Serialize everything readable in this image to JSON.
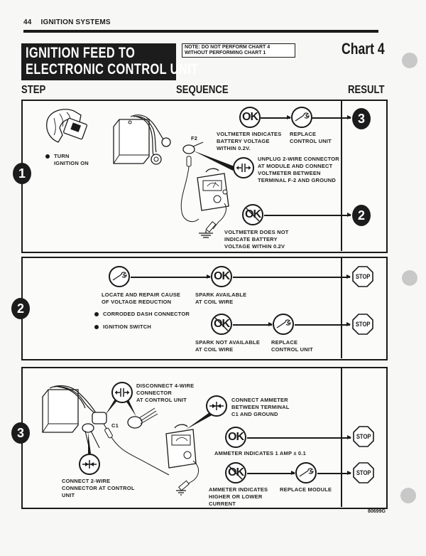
{
  "header": {
    "page_number": "44",
    "section": "IGNITION SYSTEMS"
  },
  "title": {
    "line1": "IGNITION FEED TO",
    "line2": "ELECTRONIC CONTROL UNIT"
  },
  "note": {
    "line1": "NOTE:  DO NOT PERFORM CHART 4",
    "line2": "WITHOUT PERFORMING CHART 1"
  },
  "chart_label": "Chart 4",
  "columns": {
    "step": "STEP",
    "sequence": "SEQUENCE",
    "result": "RESULT"
  },
  "icons": {
    "ok": "OK",
    "not_ok": "OK",
    "stop": "STOP"
  },
  "steps": [
    {
      "number": "1",
      "instruction": [
        "TURN",
        "IGNITION ON"
      ],
      "terminal_label": "F2",
      "connect_note": [
        "UNPLUG 2-WIRE CONNECTOR",
        "AT MODULE AND CONNECT",
        "VOLTMETER BETWEEN",
        "TERMINAL F-2 AND GROUND"
      ],
      "ok_branch": {
        "condition": [
          "VOLTMETER INDICATES",
          "BATTERY VOLTAGE",
          "WITHIN 0.2V."
        ],
        "action": [
          "REPLACE",
          "CONTROL UNIT"
        ],
        "result": "3"
      },
      "not_ok_branch": {
        "condition": [
          "VOLTMETER DOES NOT",
          "INDICATE BATTERY",
          "VOLTAGE WITHIN 0.2V"
        ],
        "result": "2"
      }
    },
    {
      "number": "2",
      "action": [
        "LOCATE AND REPAIR CAUSE",
        "OF VOLTAGE REDUCTION"
      ],
      "causes": [
        "CORRODED DASH CONNECTOR",
        "IGNITION SWITCH"
      ],
      "ok_branch": {
        "condition": [
          "SPARK AVAILABLE",
          "AT COIL WIRE"
        ],
        "result": "STOP"
      },
      "not_ok_branch": {
        "condition": [
          "SPARK NOT AVAILABLE",
          "AT COIL WIRE"
        ],
        "action": [
          "REPLACE",
          "CONTROL UNIT"
        ],
        "result": "STOP"
      }
    },
    {
      "number": "3",
      "disconnect_note": [
        "DISCONNECT 4-WIRE",
        "CONNECTOR",
        "AT CONTROL UNIT"
      ],
      "terminal_label": "C1",
      "connect_2wire_note": [
        "CONNECT 2-WIRE",
        "CONNECTOR AT CONTROL",
        "UNIT"
      ],
      "connect_ammeter_note": [
        "CONNECT AMMETER",
        "BETWEEN TERMINAL",
        "C1 AND GROUND"
      ],
      "ok_branch": {
        "condition": [
          "AMMETER INDICATES 1 AMP  ±  0.1"
        ],
        "result": "STOP"
      },
      "not_ok_branch": {
        "condition": [
          "AMMETER INDICATES",
          "HIGHER OR LOWER",
          "CURRENT"
        ],
        "action": [
          "REPLACE MODULE"
        ],
        "result": "STOP"
      }
    }
  ],
  "figure_code": "80699G"
}
